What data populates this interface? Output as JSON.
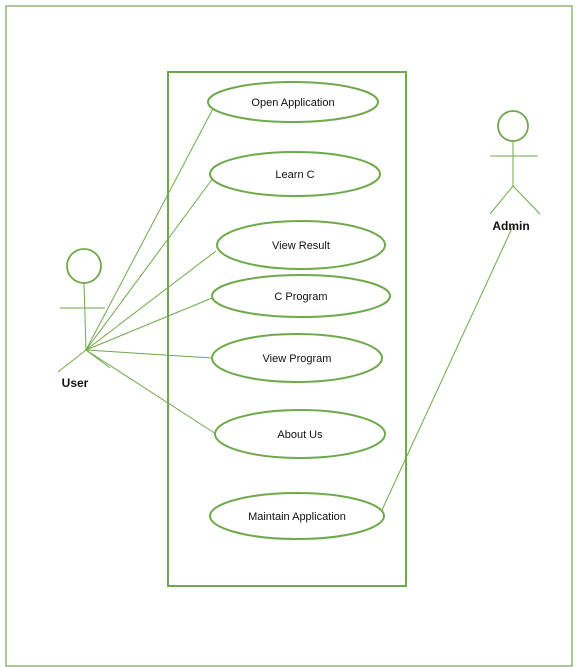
{
  "colors": {
    "stroke": "#70a84c",
    "text": "#111111",
    "background": "#ffffff"
  },
  "actors": {
    "user": {
      "label": "User"
    },
    "admin": {
      "label": "Admin"
    }
  },
  "use_cases": [
    {
      "id": "open-application",
      "label": "Open Application",
      "actor": "user"
    },
    {
      "id": "learn-c",
      "label": "Learn C",
      "actor": "user"
    },
    {
      "id": "view-result",
      "label": "View Result",
      "actor": "user"
    },
    {
      "id": "c-program",
      "label": "C Program",
      "actor": "user"
    },
    {
      "id": "view-program",
      "label": "View Program",
      "actor": "user"
    },
    {
      "id": "about-us",
      "label": "About Us",
      "actor": "user"
    },
    {
      "id": "maintain-application",
      "label": "Maintain Application",
      "actor": "admin"
    }
  ]
}
